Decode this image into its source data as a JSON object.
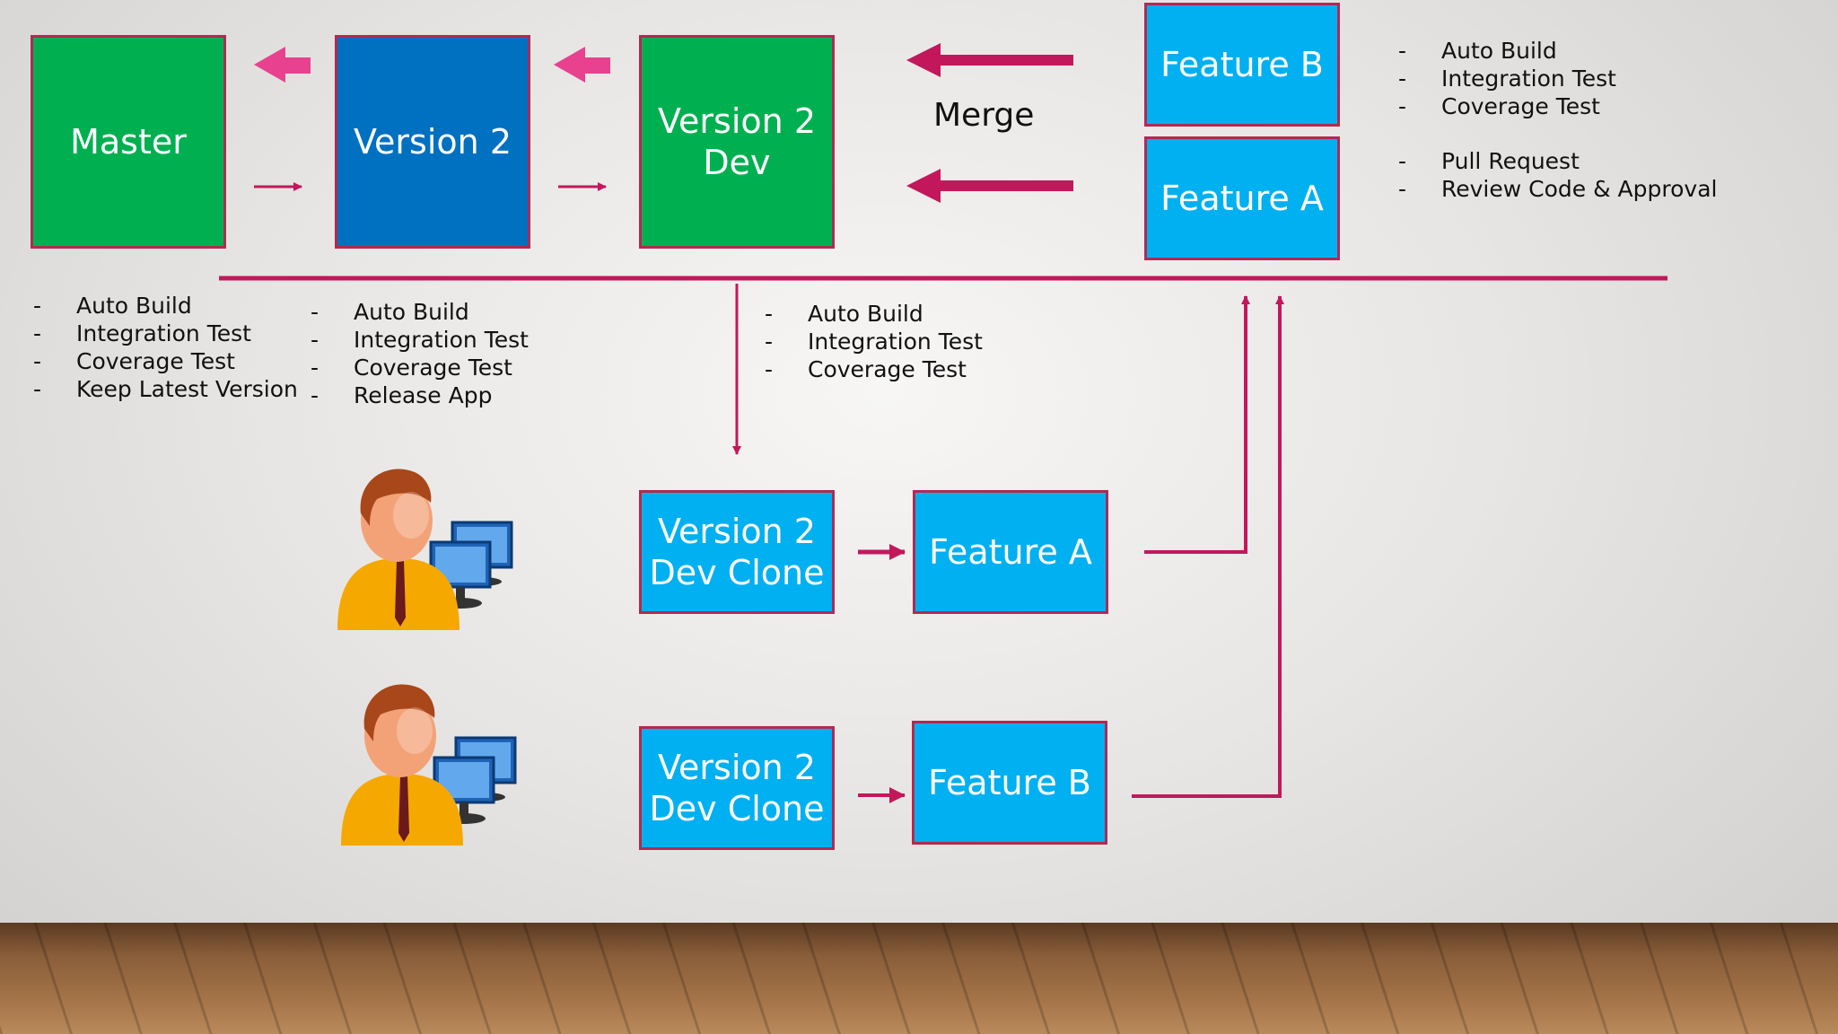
{
  "boxes": {
    "master": "Master",
    "version2": "Version 2",
    "version2_dev": "Version 2\nDev",
    "feature_b_top": "Feature B",
    "feature_a_top": "Feature A",
    "clone1": "Version 2\nDev Clone",
    "feature_a_low": "Feature A",
    "clone2": "Version 2\nDev Clone",
    "feature_b_low": "Feature B"
  },
  "merge_label": "Merge",
  "notes": {
    "features_checks": [
      "Auto Build",
      "Integration Test",
      "Coverage Test"
    ],
    "features_review": [
      "Pull Request",
      "Review Code & Approval"
    ],
    "master": [
      "Auto Build",
      "Integration Test",
      "Coverage Test",
      "Keep Latest Version"
    ],
    "version2": [
      "Auto Build",
      "Integration Test",
      "Coverage Test",
      "Release App"
    ],
    "dev": [
      "Auto Build",
      "Integration Test",
      "Coverage Test"
    ]
  },
  "colors": {
    "green": "#00b050",
    "blue": "#0070c0",
    "cyan": "#00b0f0",
    "arrow_pink": "#e8418f",
    "line_crimson": "#c2185b"
  },
  "icons": [
    "developer-icon",
    "developer-icon"
  ]
}
